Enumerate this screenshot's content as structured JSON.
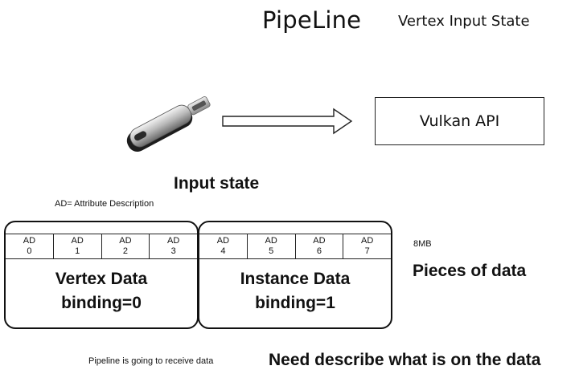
{
  "header": {
    "title": "PipeLine",
    "subtitle": "Vertex Input State"
  },
  "api": {
    "label": "Vulkan API"
  },
  "input_state_label": "Input state",
  "ad_note": "AD= Attribute Description",
  "bindings": [
    {
      "line1": "Vertex Data",
      "line2": "binding=0",
      "attributes": [
        {
          "label": "AD",
          "index": "0"
        },
        {
          "label": "AD",
          "index": "1"
        },
        {
          "label": "AD",
          "index": "2"
        },
        {
          "label": "AD",
          "index": "3"
        }
      ]
    },
    {
      "line1": "Instance Data",
      "line2": "binding=1",
      "attributes": [
        {
          "label": "AD",
          "index": "4"
        },
        {
          "label": "AD",
          "index": "5"
        },
        {
          "label": "AD",
          "index": "6"
        },
        {
          "label": "AD",
          "index": "7"
        }
      ]
    }
  ],
  "data_size": "8MB",
  "pieces_label": "Pieces of data",
  "receive_note": "Pipeline is going to receive data",
  "describe_note": "Need describe what is on the data"
}
